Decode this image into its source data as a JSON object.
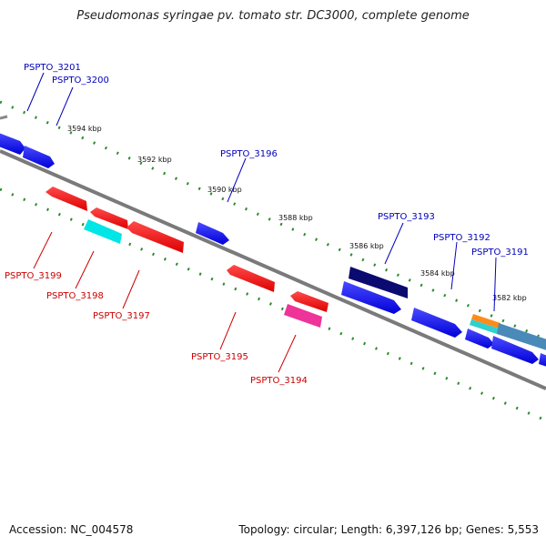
{
  "title": "Pseudomonas syringae pv. tomato str. DC3000, complete genome",
  "footer": {
    "accession": "Accession: NC_004578",
    "summary": "Topology: circular; Length: 6,397,126 bp; Genes: 5,553"
  },
  "colors": {
    "backbone": "#808080",
    "dots": "#2e8b2e",
    "forward_label": "#0000bb",
    "reverse_label": "#cc0000"
  },
  "ticks": [
    "3594 kbp",
    "3592 kbp",
    "3590 kbp",
    "3588 kbp",
    "3586 kbp",
    "3584 kbp",
    "3582 kbp"
  ],
  "genes_forward": [
    "PSPTO_3201",
    "PSPTO_3200",
    "PSPTO_3196",
    "PSPTO_3193",
    "PSPTO_3192",
    "PSPTO_3191"
  ],
  "genes_reverse": [
    "PSPTO_3199",
    "PSPTO_3198",
    "PSPTO_3197",
    "PSPTO_3195",
    "PSPTO_3194"
  ]
}
